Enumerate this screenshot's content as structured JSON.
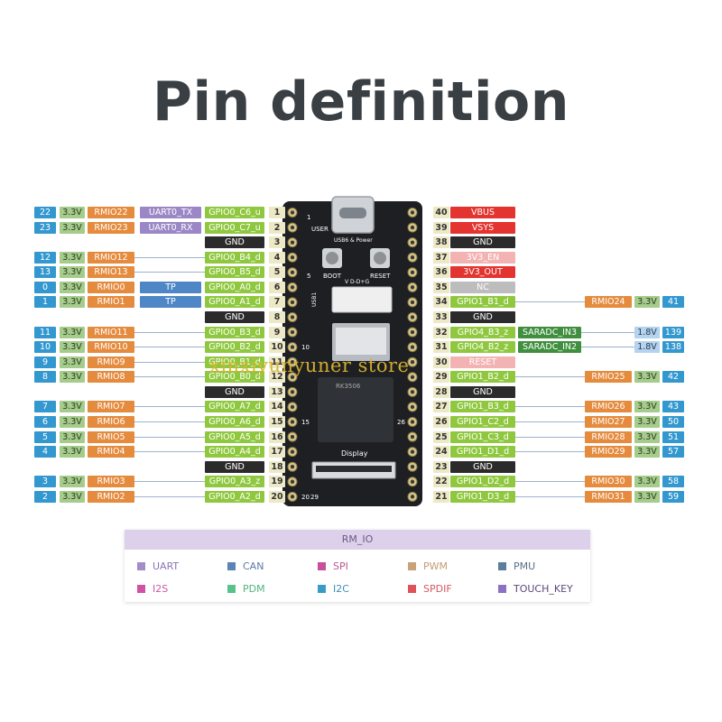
{
  "title": "Pin definition",
  "watermark": "xinxiyunyuner store",
  "board": {
    "usb_label": "USB6 & Power",
    "user_label": "USER",
    "boot_label": "BOOT",
    "reset_label": "RESET",
    "usb1_label": "USB1",
    "vdg_label": "V D-D+G",
    "display_label": "Display",
    "chip_text": "RK3506",
    "corner_1": "1",
    "corner_5": "5",
    "corner_15": "15",
    "corner_29": "29",
    "corner_26": "26",
    "corner_10": "10",
    "corner_20": "20"
  },
  "colors": {
    "pin_blue": "#3398cf",
    "v33": "#a5cc8b",
    "v18": "#b3d3ef",
    "rmio": "#e58b3e",
    "uart": "#9b87c6",
    "gpio": "#8fc83f",
    "gnd": "#2b2b2b",
    "tp": "#4e86c6",
    "power_red": "#e3342f",
    "power_pink": "#f3b3b3",
    "nc": "#bdbdbd",
    "saradc": "#3f8f3f",
    "right_pin_green": "#8fc83f"
  },
  "left_rows": [
    {
      "num": "22",
      "v": "3.3V",
      "rmio": "RMIO22",
      "func": "UART0_TX",
      "ftype": "uart",
      "gpio": "GPIO0_C6_u",
      "pin": "1"
    },
    {
      "num": "23",
      "v": "3.3V",
      "rmio": "RMIO23",
      "func": "UART0_RX",
      "ftype": "uart",
      "gpio": "GPIO0_C7_u",
      "pin": "2"
    },
    {
      "gnd": "GND",
      "pin": "3"
    },
    {
      "num": "12",
      "v": "3.3V",
      "rmio": "RMIO12",
      "gpio": "GPIO0_B4_d",
      "pin": "4"
    },
    {
      "num": "13",
      "v": "3.3V",
      "rmio": "RMIO13",
      "gpio": "GPIO0_B5_d",
      "pin": "5"
    },
    {
      "num": "0",
      "v": "3.3V",
      "rmio": "RMIO0",
      "func": "TP",
      "ftype": "tp",
      "gpio": "GPIO0_A0_d",
      "pin": "6"
    },
    {
      "num": "1",
      "v": "3.3V",
      "rmio": "RMIO1",
      "func": "TP",
      "ftype": "tp",
      "gpio": "GPIO0_A1_d",
      "pin": "7"
    },
    {
      "gnd": "GND",
      "pin": "8"
    },
    {
      "num": "11",
      "v": "3.3V",
      "rmio": "RMIO11",
      "gpio": "GPIO0_B3_d",
      "pin": "9"
    },
    {
      "num": "10",
      "v": "3.3V",
      "rmio": "RMIO10",
      "gpio": "GPIO0_B2_d",
      "pin": "10"
    },
    {
      "num": "9",
      "v": "3.3V",
      "rmio": "RMIO9",
      "gpio": "GPIO0_B1_d",
      "pin": "11"
    },
    {
      "num": "8",
      "v": "3.3V",
      "rmio": "RMIO8",
      "gpio": "GPIO0_B0_d",
      "pin": "12"
    },
    {
      "gnd": "GND",
      "pin": "13"
    },
    {
      "num": "7",
      "v": "3.3V",
      "rmio": "RMIO7",
      "gpio": "GPIO0_A7_d",
      "pin": "14"
    },
    {
      "num": "6",
      "v": "3.3V",
      "rmio": "RMIO6",
      "gpio": "GPIO0_A6_d",
      "pin": "15"
    },
    {
      "num": "5",
      "v": "3.3V",
      "rmio": "RMIO5",
      "gpio": "GPIO0_A5_d",
      "pin": "16"
    },
    {
      "num": "4",
      "v": "3.3V",
      "rmio": "RMIO4",
      "gpio": "GPIO0_A4_d",
      "pin": "17"
    },
    {
      "gnd": "GND",
      "pin": "18"
    },
    {
      "num": "3",
      "v": "3.3V",
      "rmio": "RMIO3",
      "gpio": "GPIO0_A3_z",
      "pin": "19"
    },
    {
      "num": "2",
      "v": "3.3V",
      "rmio": "RMIO2",
      "gpio": "GPIO0_A2_d",
      "pin": "20"
    }
  ],
  "right_rows": [
    {
      "pin": "40",
      "power": "VBUS",
      "ptype": "red"
    },
    {
      "pin": "39",
      "power": "VSYS",
      "ptype": "red"
    },
    {
      "pin": "38",
      "gnd": "GND"
    },
    {
      "pin": "37",
      "power": "3V3_EN",
      "ptype": "pink"
    },
    {
      "pin": "36",
      "power": "3V3_OUT",
      "ptype": "red"
    },
    {
      "pin": "35",
      "power": "NC",
      "ptype": "nc"
    },
    {
      "pin": "34",
      "gpio": "GPIO1_B1_d",
      "rmio": "RMIO24",
      "v": "3.3V",
      "num": "41"
    },
    {
      "pin": "33",
      "gnd": "GND"
    },
    {
      "pin": "32",
      "gpio": "GPIO4_B3_z",
      "adc": "SARADC_IN3",
      "v": "1.8V",
      "vtype": "v18",
      "num": "139"
    },
    {
      "pin": "31",
      "gpio": "GPIO4_B2_z",
      "adc": "SARADC_IN2",
      "v": "1.8V",
      "vtype": "v18",
      "num": "138"
    },
    {
      "pin": "30",
      "power": "RESET",
      "ptype": "pink"
    },
    {
      "pin": "29",
      "gpio": "GPIO1_B2_d",
      "rmio": "RMIO25",
      "v": "3.3V",
      "num": "42"
    },
    {
      "pin": "28",
      "gnd": "GND"
    },
    {
      "pin": "27",
      "gpio": "GPIO1_B3_d",
      "rmio": "RMIO26",
      "v": "3.3V",
      "num": "43"
    },
    {
      "pin": "26",
      "gpio": "GPIO1_C2_d",
      "rmio": "RMIO27",
      "v": "3.3V",
      "num": "50"
    },
    {
      "pin": "25",
      "gpio": "GPIO1_C3_d",
      "rmio": "RMIO28",
      "v": "3.3V",
      "num": "51"
    },
    {
      "pin": "24",
      "gpio": "GPIO1_D1_d",
      "rmio": "RMIO29",
      "v": "3.3V",
      "num": "57"
    },
    {
      "pin": "23",
      "gnd": "GND"
    },
    {
      "pin": "22",
      "gpio": "GPIO1_D2_d",
      "rmio": "RMIO30",
      "v": "3.3V",
      "num": "58"
    },
    {
      "pin": "21",
      "gpio": "GPIO1_D3_d",
      "rmio": "RMIO31",
      "v": "3.3V",
      "num": "59"
    }
  ],
  "legend": {
    "heading": "RM_IO",
    "items": [
      {
        "label": "UART",
        "color": "#a48cc8",
        "label_color": "#8a76b0"
      },
      {
        "label": "CAN",
        "color": "#5a83b8",
        "label_color": "#5a7aa8"
      },
      {
        "label": "SPI",
        "color": "#c84f9a",
        "label_color": "#c05496"
      },
      {
        "label": "PWM",
        "color": "#c9a27c",
        "label_color": "#c49a74"
      },
      {
        "label": "PMU",
        "color": "#5d7f9c",
        "label_color": "#5a6f86"
      },
      {
        "label": "I2S",
        "color": "#d152a3",
        "label_color": "#c85aa4"
      },
      {
        "label": "PDM",
        "color": "#59c288",
        "label_color": "#4fb37e"
      },
      {
        "label": "I2C",
        "color": "#3a9cc6",
        "label_color": "#3a8fb8"
      },
      {
        "label": "SPDIF",
        "color": "#e0525a",
        "label_color": "#d65860"
      },
      {
        "label": "TOUCH_KEY",
        "color": "#8d71c2",
        "label_color": "#5a4a78"
      }
    ]
  }
}
